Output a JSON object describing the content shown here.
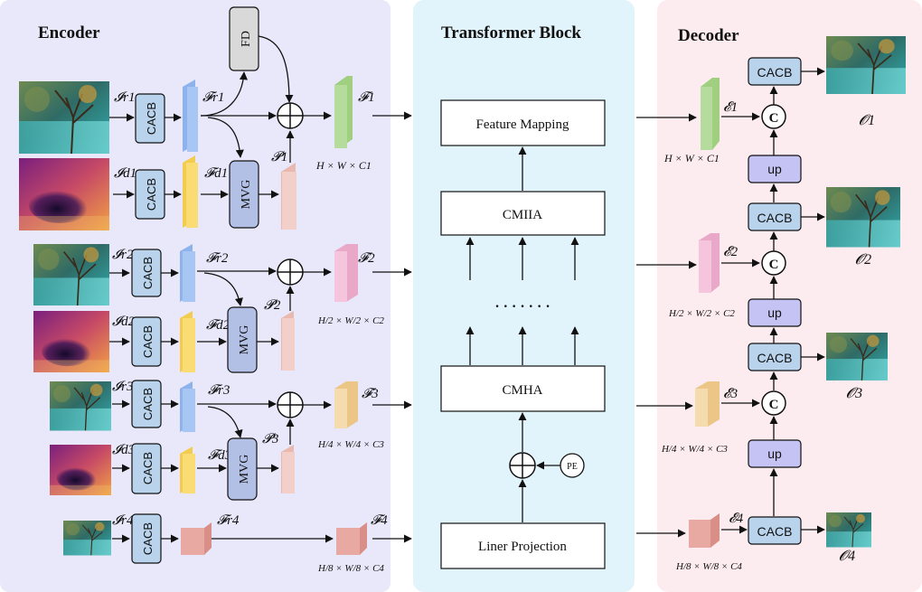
{
  "panels": {
    "encoder_title": "Encoder",
    "transformer_title": "Transformer Block",
    "decoder_title": "Decoder"
  },
  "encoder": {
    "fd_label": "FD",
    "cacb_label": "CACB",
    "mvg_label": "MVG",
    "rows": [
      {
        "input_rgb": "𝓘r1",
        "input_depth": "𝓘d1",
        "feat_rgb": "𝓕r1",
        "feat_depth": "𝓕d1",
        "prompt": "𝓟1",
        "output": "𝓕1",
        "dims": "H × W × C1"
      },
      {
        "input_rgb": "𝓘r2",
        "input_depth": "𝓘d2",
        "feat_rgb": "𝓕r2",
        "feat_depth": "𝓕d2",
        "prompt": "𝓟2",
        "output": "𝓕2",
        "dims": "H/2 × W/2 × C2"
      },
      {
        "input_rgb": "𝓘r3",
        "input_depth": "𝓘d3",
        "feat_rgb": "𝓕r3",
        "feat_depth": "𝓕d3",
        "prompt": "𝓟3",
        "output": "𝓕3",
        "dims": "H/4 × W/4 × C3"
      },
      {
        "input_rgb": "𝓘r4",
        "feat_rgb": "𝓕r4",
        "output": "𝓕4",
        "dims": "H/8 × W/8 × C4"
      }
    ]
  },
  "transformer": {
    "feature_mapping": "Feature Mapping",
    "cmiia": "CMIIA",
    "dots": "· · · · · · ·",
    "cmha": "CMHA",
    "pe": "PE",
    "liner_projection": "Liner Projection"
  },
  "decoder": {
    "cacb_label": "CACB",
    "up_label": "up",
    "concat_label": "C",
    "levels": [
      {
        "feature": "𝓔1",
        "dims": "H × W × C1",
        "output": "𝓞1"
      },
      {
        "feature": "𝓔2",
        "dims": "H/2 × W/2 × C2",
        "output": "𝓞2"
      },
      {
        "feature": "𝓔3",
        "dims": "H/4 × W/4 × C3",
        "output": "𝓞3"
      },
      {
        "feature": "𝓔4",
        "dims": "H/8 × W/8 × C4",
        "output": "𝓞4"
      }
    ]
  },
  "colors": {
    "encoder_bg": "#e8e8fa",
    "transformer_bg": "#e2f4fb",
    "decoder_bg": "#fcecef",
    "cacb_fill": "#b9d3ec",
    "mvg_fill": "#b3c0e6",
    "fd_fill": "#d9d9d9",
    "up_fill": "#c5c3f3",
    "rgb_feature": "#a8c6f4",
    "depth_feature": "#f9dc73",
    "prompt_feature": "#f2cfc8",
    "f1_green": "#b6dc9d",
    "f2_pink": "#f4c5dd",
    "f3_tan": "#f5dcae",
    "f4_red": "#e8a9a3"
  }
}
